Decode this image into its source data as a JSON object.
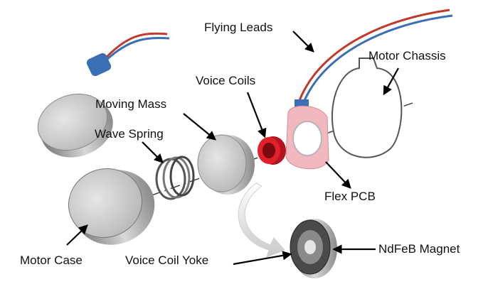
{
  "labels": {
    "flying_leads": "Flying Leads",
    "motor_chassis": "Motor Chassis",
    "voice_coils": "Voice Coils",
    "moving_mass": "Moving Mass",
    "wave_spring": "Wave Spring",
    "flex_pcb": "Flex PCB",
    "motor_case": "Motor Case",
    "voice_coil_yoke": "Voice Coil Yoke",
    "ndfeb_magnet": "NdFeB Magnet"
  },
  "colors": {
    "wire_red": "#c0392b",
    "wire_blue": "#3a6fb5",
    "coil_red": "#e0202a",
    "pcb_pink": "#f2b8c0",
    "metal_light": "#e8e8e8",
    "metal_dark": "#8a8a8a",
    "arrow": "#000000"
  }
}
